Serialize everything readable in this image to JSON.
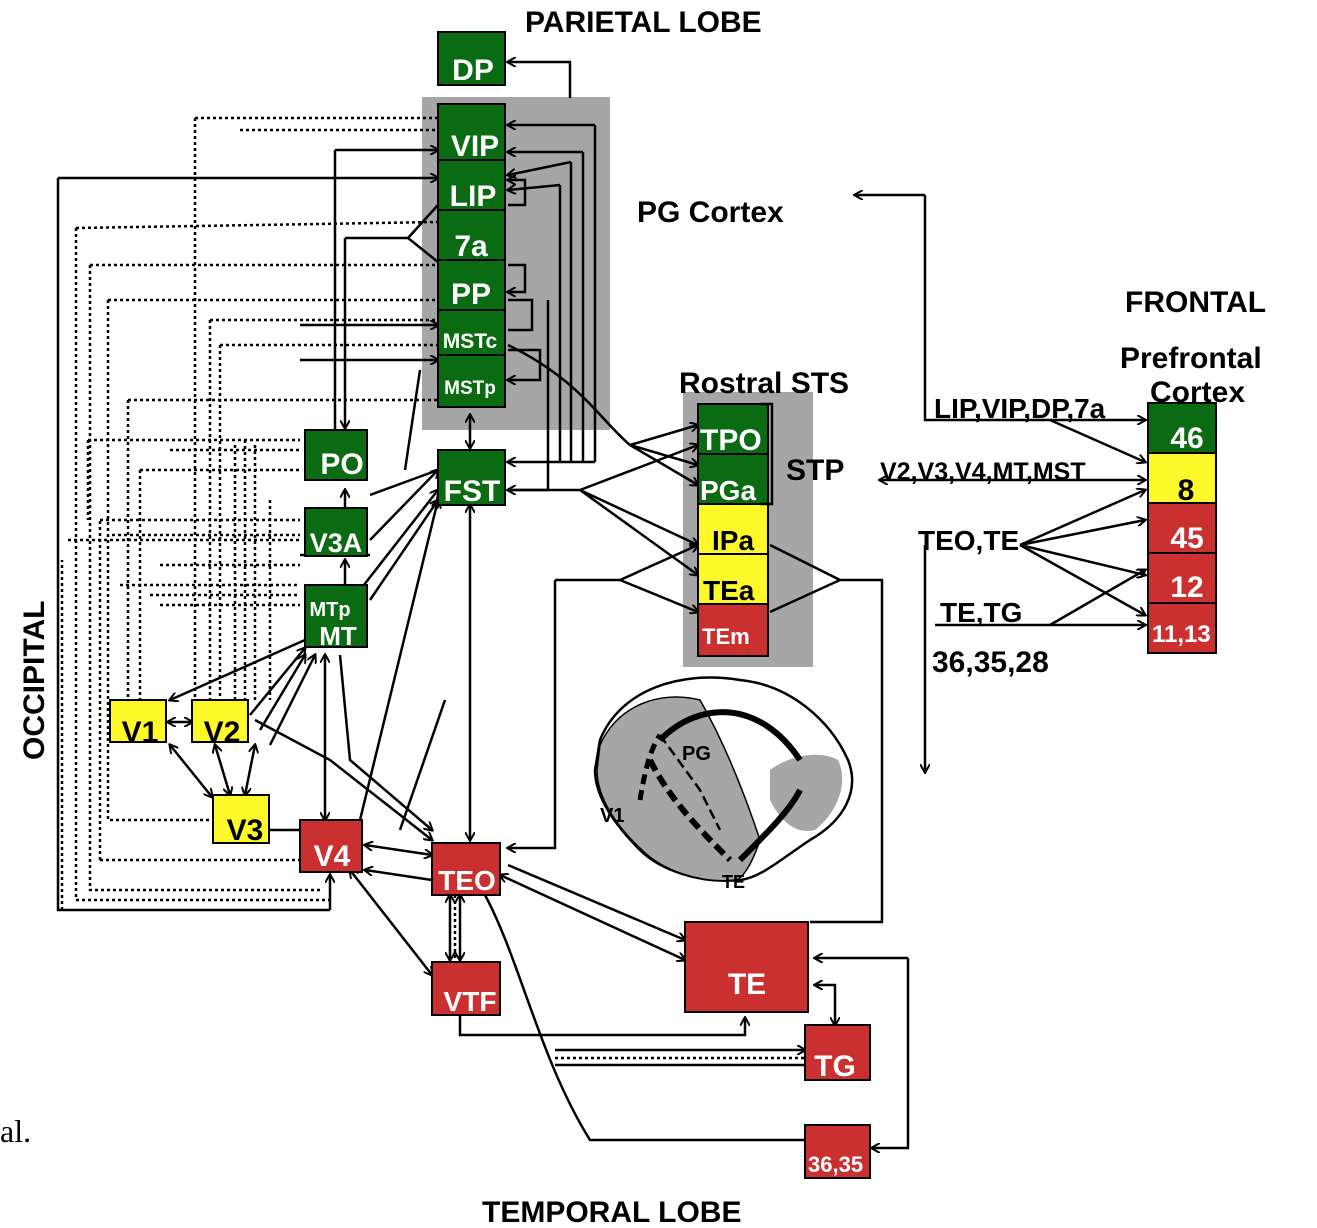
{
  "colors": {
    "green": "#0b6b12",
    "yellow": "#fcf82a",
    "red": "#c9302f",
    "shade": "#a6a6a6"
  },
  "labels": {
    "parietal": "PARIETAL LOBE",
    "temporal": "TEMPORAL LOBE",
    "occipital": "OCCIPITAL",
    "frontal": "FRONTAL",
    "prefrontal": "Prefrontal",
    "cortex": "Cortex",
    "pg_cortex": "PG Cortex",
    "rostral_sts": "Rostral STS",
    "stp": "STP",
    "partial": "al."
  },
  "areas": {
    "dp": "DP",
    "vip": "VIP",
    "lip": "LIP",
    "a7a": "7a",
    "pp": "PP",
    "mstc": "MSTc",
    "mstp": "MSTp",
    "fst": "FST",
    "po": "PO",
    "v3a": "V3A",
    "mtp": "MTp",
    "mt": "MT",
    "v1": "V1",
    "v2": "V2",
    "v3": "V3",
    "v4": "V4",
    "teo": "TEO",
    "vtf": "VTF",
    "te": "TE",
    "tg": "TG",
    "a3635": "36,35",
    "tpo": "TPO",
    "pga": "PGa",
    "ipa": "IPa",
    "tea": "TEa",
    "tem": "TEm"
  },
  "frontal_inputs": {
    "r1": "LIP,VIP,DP,7a",
    "r2": "V2,V3,V4,MT,MST",
    "r3": "TEO,TE",
    "r4": "TE,TG",
    "r5": "36,35,28"
  },
  "prefrontal_areas": {
    "a46": "46",
    "a8": "8",
    "a45": "45",
    "a12": "12",
    "a1113": "11,13"
  },
  "inset": {
    "pg": "PG",
    "v1": "V1",
    "te": "TE"
  }
}
